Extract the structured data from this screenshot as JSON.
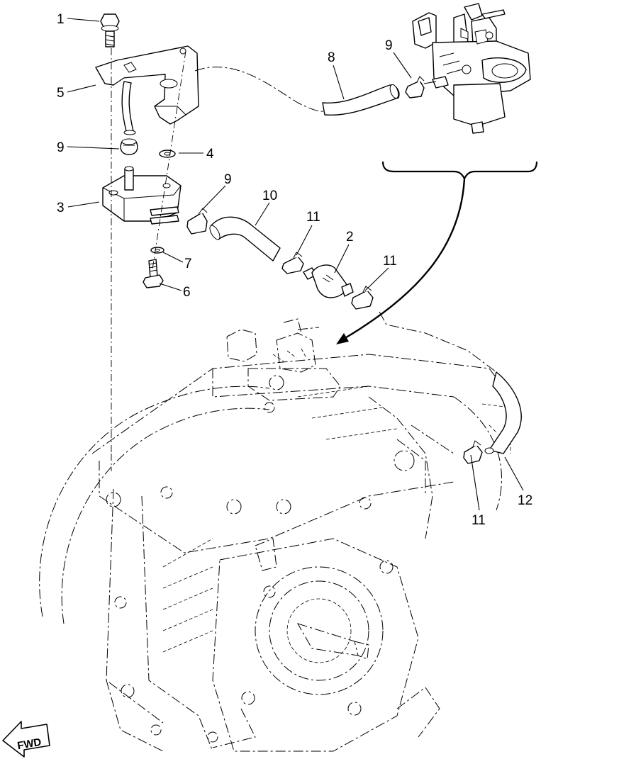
{
  "callouts": [
    {
      "id": "c1",
      "label": "1"
    },
    {
      "id": "c5",
      "label": "5"
    },
    {
      "id": "c9a",
      "label": "9"
    },
    {
      "id": "c4",
      "label": "4"
    },
    {
      "id": "c3",
      "label": "3"
    },
    {
      "id": "c9b",
      "label": "9"
    },
    {
      "id": "c10",
      "label": "10"
    },
    {
      "id": "c11a",
      "label": "11"
    },
    {
      "id": "c2",
      "label": "2"
    },
    {
      "id": "c11b",
      "label": "11"
    },
    {
      "id": "c7",
      "label": "7"
    },
    {
      "id": "c6",
      "label": "6"
    },
    {
      "id": "c8",
      "label": "8"
    },
    {
      "id": "c9c",
      "label": "9"
    },
    {
      "id": "c11c",
      "label": "11"
    },
    {
      "id": "c12",
      "label": "12"
    }
  ],
  "fwd_badge": {
    "label": "FWD"
  }
}
